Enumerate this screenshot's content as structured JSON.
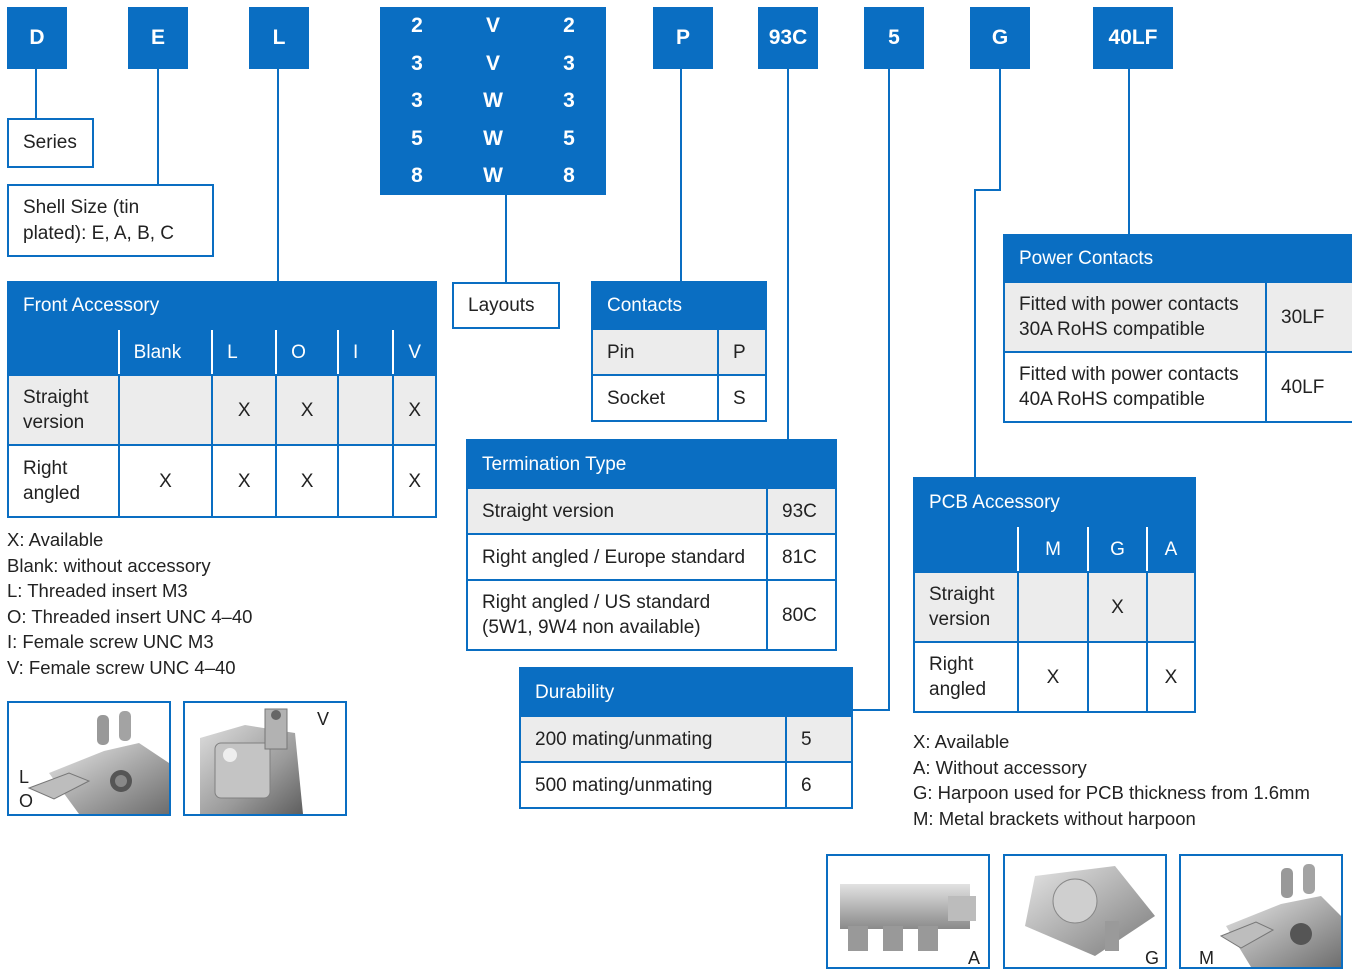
{
  "codes": {
    "d": "D",
    "e": "E",
    "l": "L",
    "layouts": [
      [
        "2",
        "V",
        "2"
      ],
      [
        "3",
        "V",
        "3"
      ],
      [
        "3",
        "W",
        "3"
      ],
      [
        "5",
        "W",
        "5"
      ],
      [
        "8",
        "W",
        "8"
      ]
    ],
    "p": "P",
    "c93": "93C",
    "n5": "5",
    "g": "G",
    "lf40": "40LF"
  },
  "labels": {
    "series": "Series",
    "shell_size": "Shell Size (tin plated): E, A, B, C",
    "layouts": "Layouts"
  },
  "front_accessory": {
    "title": "Front Accessory",
    "columns": [
      "",
      "Blank",
      "L",
      "O",
      "I",
      "V"
    ],
    "rows": [
      {
        "label": "Straight version",
        "cells": [
          "",
          "X",
          "X",
          "",
          "X"
        ]
      },
      {
        "label": "Right angled",
        "cells": [
          "X",
          "X",
          "X",
          "",
          "X"
        ]
      }
    ],
    "notes": [
      "X: Available",
      "Blank: without accessory",
      "L: Threaded insert M3",
      "O: Threaded insert UNC 4–40",
      "I: Female screw UNC M3",
      "V: Female screw UNC 4–40"
    ],
    "photos": [
      {
        "icon": "front-accessory-lo-photo",
        "labels": [
          "L",
          "O"
        ]
      },
      {
        "icon": "front-accessory-v-photo",
        "labels": [
          "V"
        ]
      }
    ]
  },
  "contacts": {
    "title": "Contacts",
    "rows": [
      {
        "label": "Pin",
        "code": "P"
      },
      {
        "label": "Socket",
        "code": "S"
      }
    ]
  },
  "termination": {
    "title": "Termination Type",
    "rows": [
      {
        "label": "Straight version",
        "code": "93C"
      },
      {
        "label": "Right angled / Europe standard",
        "code": "81C"
      },
      {
        "label": "Right angled / US standard (5W1, 9W4 non available)",
        "code": "80C"
      }
    ]
  },
  "durability": {
    "title": "Durability",
    "rows": [
      {
        "label": "200 mating/unmating",
        "code": "5"
      },
      {
        "label": "500 mating/unmating",
        "code": "6"
      }
    ]
  },
  "power_contacts": {
    "title": "Power Contacts",
    "rows": [
      {
        "label": "Fitted with power contacts 30A RoHS compatible",
        "code": "30LF"
      },
      {
        "label": "Fitted with power contacts 40A RoHS compatible",
        "code": "40LF"
      }
    ]
  },
  "pcb_accessory": {
    "title": "PCB Accessory",
    "columns": [
      "",
      "M",
      "G",
      "A"
    ],
    "rows": [
      {
        "label": "Straight version",
        "cells": [
          "",
          "X",
          ""
        ]
      },
      {
        "label": "Right angled",
        "cells": [
          "X",
          "",
          "X"
        ]
      }
    ],
    "notes": [
      "X: Available",
      "A: Without accessory",
      "G: Harpoon used for PCB thickness from 1.6mm",
      "M: Metal brackets without harpoon"
    ],
    "photos": [
      {
        "icon": "pcb-accessory-a-photo",
        "labels": [
          "A"
        ]
      },
      {
        "icon": "pcb-accessory-g-photo",
        "labels": [
          "G"
        ]
      },
      {
        "icon": "pcb-accessory-m-photo",
        "labels": [
          "M"
        ]
      }
    ]
  },
  "colors": {
    "accent": "#0a6ec2",
    "row_gray": "#ececec"
  }
}
